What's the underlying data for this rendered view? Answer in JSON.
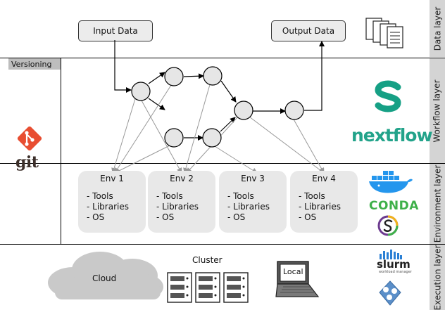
{
  "layers": {
    "data": "Data layer",
    "workflow": "Workflow layer",
    "environment": "Environment layer",
    "execution": "Execution layer"
  },
  "data_layer": {
    "input": "Input Data",
    "output": "Output Data"
  },
  "versioning": {
    "label": "Versioning",
    "logo_text": "git"
  },
  "environments": [
    {
      "title": "Env 1",
      "items": [
        "- Tools",
        "- Libraries",
        "- OS"
      ]
    },
    {
      "title": "Env 2",
      "items": [
        "- Tools",
        "- Libraries",
        "- OS"
      ]
    },
    {
      "title": "Env 3",
      "items": [
        "- Tools",
        "- Libraries",
        "- OS"
      ]
    },
    {
      "title": "Env 4",
      "items": [
        "- Tools",
        "- Libraries",
        "- OS"
      ]
    }
  ],
  "workflow_tools": {
    "nextflow": "nextflow"
  },
  "env_tools": {
    "conda": "CONDA"
  },
  "execution": {
    "cloud": "Cloud",
    "cluster": "Cluster",
    "local": "Local",
    "slurm": "slurm",
    "slurm_sub": "workload manager"
  },
  "colors": {
    "snakemake": "#16a085",
    "nextflow": "#23a78a",
    "git": "#e84d31",
    "docker": "#2496ed",
    "conda": "#3eb049",
    "cloud": "#c9c9c9",
    "layer_band": "#d4d4d4"
  }
}
